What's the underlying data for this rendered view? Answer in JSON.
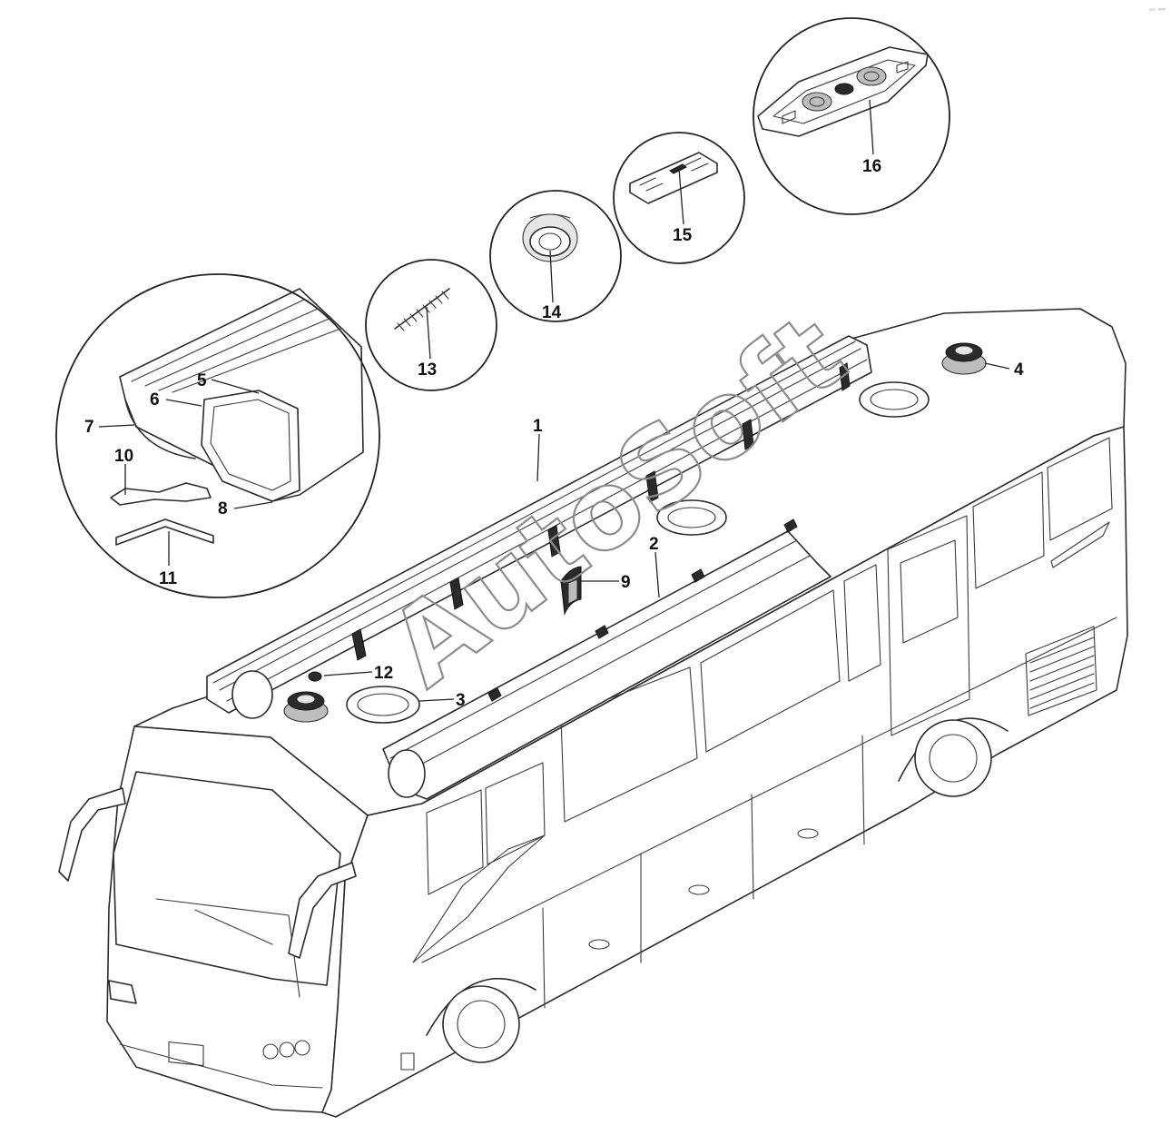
{
  "watermark": "AutoSoft",
  "corner_mark": "ᵃˢᵗ ᵂᴹ",
  "callouts": [
    "1",
    "2",
    "3",
    "4",
    "5",
    "6",
    "7",
    "8",
    "9",
    "10",
    "11",
    "12",
    "13",
    "14",
    "15",
    "16"
  ]
}
